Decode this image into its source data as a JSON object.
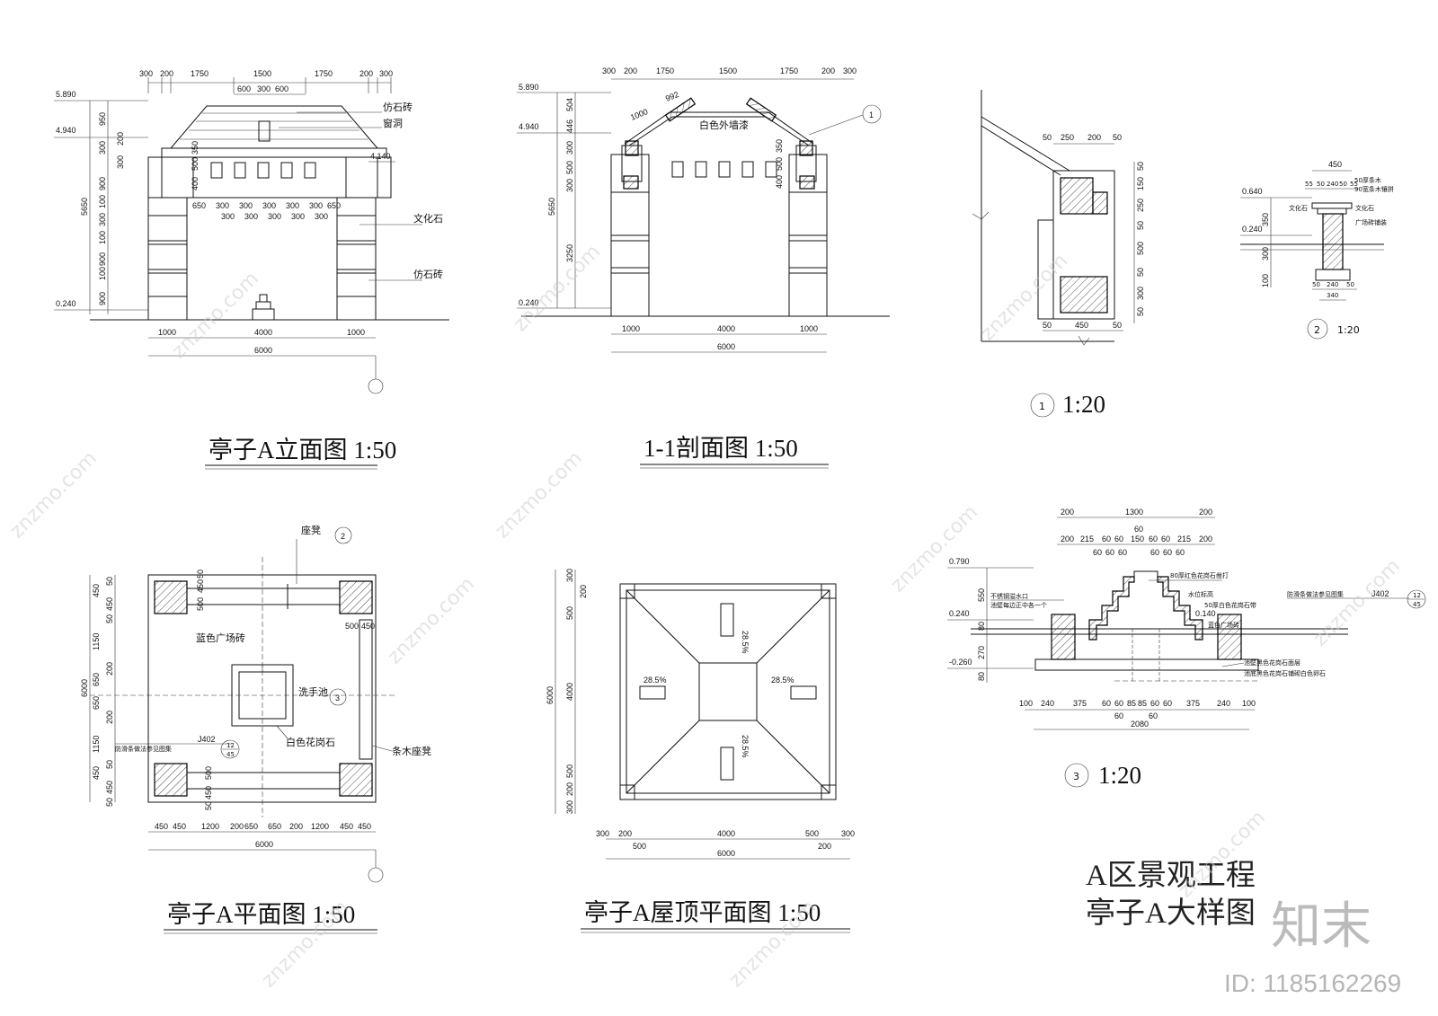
{
  "titles": {
    "elevation": "亭子A立面图 1:50",
    "section": "1-1剖面图 1:50",
    "detail1": "1:20",
    "detail2": "1:20",
    "detail3": "1:20",
    "plan": "亭子A平面图 1:50",
    "roof": "亭子A屋顶平面图 1:50",
    "sheet_line1": "A区景观工程",
    "sheet_line2": "亭子A大样图"
  },
  "markers": {
    "m1": "1",
    "m2": "2",
    "m3": "3"
  },
  "elevation": {
    "top_dims": [
      "300",
      "200",
      "1750",
      "1500",
      "1750",
      "200",
      "300"
    ],
    "top_sub": [
      "600",
      "300",
      "600"
    ],
    "levels": [
      "5.890",
      "4.940",
      "4.140",
      "0.240"
    ],
    "left_dims": [
      "950",
      "300",
      "200",
      "300",
      "900",
      "100",
      "300",
      "100",
      "900",
      "100",
      "900"
    ],
    "left_total": "5650",
    "inner_vert": [
      "400",
      "500",
      "350"
    ],
    "inner_h1": [
      "650",
      "300",
      "300",
      "300",
      "300",
      "300",
      "650"
    ],
    "inner_h2": [
      "300",
      "300",
      "300",
      "300",
      "300"
    ],
    "bottom_dims": [
      "1000",
      "4000",
      "1000"
    ],
    "bottom_total": "6000",
    "notes": [
      "仿石砖",
      "窗洞",
      "文化石",
      "仿石砖"
    ]
  },
  "section": {
    "top_dims": [
      "300",
      "200",
      "1750",
      "1500",
      "1750",
      "200",
      "300"
    ],
    "roof_dims": [
      "1000",
      "992"
    ],
    "levels": [
      "5.890",
      "4.940",
      "0.240"
    ],
    "left_dims": [
      "446",
      "504",
      "300",
      "500",
      "300"
    ],
    "left_total": "5650",
    "left_low": "3250",
    "inner_vert": [
      "400",
      "500",
      "350"
    ],
    "bottom_dims": [
      "1000",
      "4000",
      "1000"
    ],
    "bottom_total": "6000",
    "note": "白色外墙漆"
  },
  "detail1": {
    "top_dims": [
      "50",
      "250",
      "200",
      "50"
    ],
    "right_dims": [
      "50",
      "150",
      "250",
      "50",
      "500",
      "50",
      "300",
      "50"
    ],
    "bottom_dims": [
      "50",
      "450",
      "50"
    ]
  },
  "detail2": {
    "top_total": "450",
    "top_dims": [
      "55",
      "50",
      "240",
      "50",
      "55"
    ],
    "levels": [
      "0.640",
      "0.240"
    ],
    "left_dims": [
      "350",
      "300",
      "100"
    ],
    "bottom_dims": [
      "50",
      "240",
      "50"
    ],
    "bottom_total": "340",
    "notes": [
      "50厚条木",
      "90宽条木镶拼",
      "文化石",
      "文化石",
      "广场砖铺装"
    ]
  },
  "plan": {
    "notes": [
      "座凳",
      "蓝色广场砖",
      "洗手池",
      "白色花岗石",
      "条木座凳"
    ],
    "ref": "J402",
    "ref_num": "12",
    "ref_den": "45",
    "ref_note": "防滑条做法参见图集",
    "left_dims": [
      "50",
      "450",
      "450",
      "50",
      "1150",
      "650",
      "200",
      "650",
      "200",
      "1150",
      "50",
      "450",
      "450",
      "50"
    ],
    "left_total": "6000",
    "inner_dims": [
      "50",
      "500",
      "450",
      "500",
      "450",
      "500",
      "450",
      "50"
    ],
    "bottom_dims": [
      "450",
      "450",
      "1200",
      "200",
      "650",
      "650",
      "200",
      "1200",
      "450",
      "450"
    ],
    "bottom_total": "6000"
  },
  "roof": {
    "slopes": [
      "28.5%",
      "28.5%",
      "28.5%",
      "28.5%"
    ],
    "left_dims": [
      "300",
      "200",
      "500",
      "4000",
      "500",
      "200",
      "300"
    ],
    "left_total": "6000",
    "bottom_dims": [
      "300",
      "200",
      "4000",
      "500",
      "300"
    ],
    "bottom_sub": [
      "500",
      "200"
    ],
    "bottom_total": "6000"
  },
  "detail3": {
    "top_dims": [
      "200",
      "1300",
      "200"
    ],
    "mid_dim": "60",
    "row2": [
      "200",
      "215",
      "60",
      "60",
      "150",
      "60",
      "60",
      "215",
      "200"
    ],
    "row3": [
      "60",
      "60",
      "60",
      "60",
      "60",
      "60"
    ],
    "levels": [
      "0.790",
      "0.240",
      "-0.260"
    ],
    "left_dims": [
      "550",
      "80",
      "270",
      "80"
    ],
    "water": "0.140",
    "notes": [
      "80厚红色花岗石凿打",
      "不锈钢溢水口",
      "池壁每边正中各一个",
      "水位标高",
      "50厚白色花岗石带",
      "蓝色广场砖",
      "防滑条做法参见图集",
      "池壁黑色花岗石面层",
      "池底黑色花岗石铺砌白色卵石"
    ],
    "ref": "J402",
    "ref_num": "12",
    "ref_den": "45",
    "bottom_dims": [
      "100",
      "240",
      "375",
      "60",
      "60",
      "85",
      "85",
      "60",
      "60",
      "375",
      "240",
      "100"
    ],
    "bottom_sub": [
      "60",
      "60"
    ],
    "bottom_total": "2080"
  },
  "watermark": "znzmo.com",
  "brand": "知末",
  "id": "ID: 1185162269"
}
